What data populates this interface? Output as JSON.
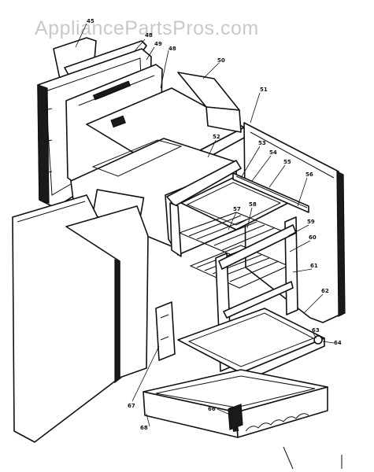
{
  "watermark": "AppliancePartsPros.com",
  "callouts": [
    "45",
    "48",
    "49",
    "50",
    "51",
    "52",
    "53",
    "54",
    "55",
    "56",
    "57",
    "58",
    "59",
    "60",
    "61",
    "62",
    "63",
    "64",
    "66",
    "67",
    "68"
  ]
}
